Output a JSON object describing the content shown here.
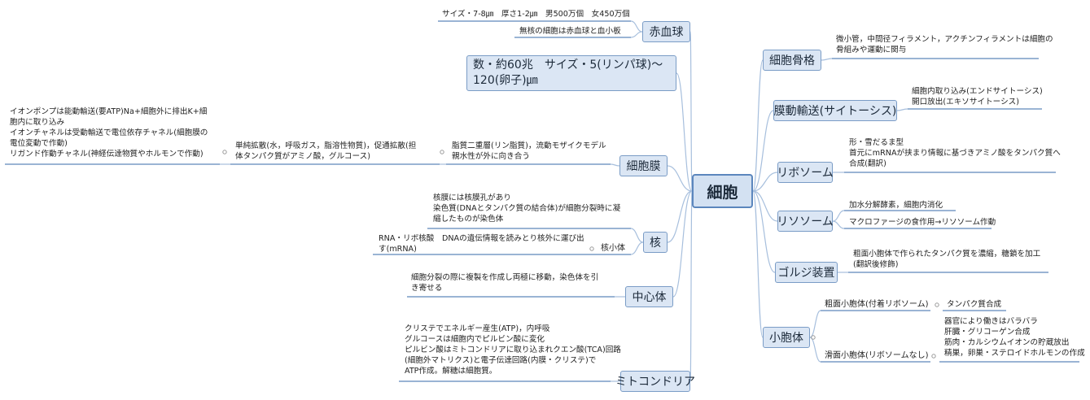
{
  "colors": {
    "line": "#a7bfdd",
    "node_fill": "#dbe6f4",
    "node_border": "#7a9cc6",
    "underline": "#5d86bb"
  },
  "center": "細胞",
  "branches": {
    "sekkekkyu": {
      "title": "赤血球",
      "leaves": [
        "サイズ・7-8㎛　厚さ1-2㎛　男500万個　女450万個",
        "無核の細胞は赤血球と血小板"
      ]
    },
    "count": {
      "title": "数・約60兆　サイズ・5(リンパ球)〜120(卵子)㎛"
    },
    "saibomaku": {
      "title": "細胞膜",
      "leaf_lipid": [
        "脂質二重層(リン脂質)，流動モザイクモデル",
        "親水性が外に向き合う"
      ],
      "leaf_transport": [
        "単純拡散(水，呼吸ガス，脂溶性物質)，促通拡散(担",
        "体タンパク質がアミノ酸，グルコース)"
      ],
      "leaf_channels": [
        "イオンポンプは能動輸送(要ATP)Na+細胞外に排出K+細",
        "胞内に取り込み",
        "イオンチャネルは受動輸送で電位依存チャネル(細胞膜の",
        "電位変動で作動)",
        "リガンド作動チャネル(神経伝達物質やホルモンで作動)"
      ]
    },
    "kaku": {
      "title": "核",
      "leaf_info": [
        "核膜には核膜孔があり",
        "染色質(DNAとタンパク質の結合体)が細胞分裂時に凝",
        "縮したものが染色体"
      ],
      "sub_title": "核小体",
      "sub_leaf": [
        "RNA・リボ核酸　DNAの遺伝情報を読みとり核外に運び出",
        "す(mRNA)"
      ]
    },
    "chushintai": {
      "title": "中心体",
      "leaf": [
        "細胞分裂の際に複製を作成し両極に移動，染色体を引",
        "き寄せる"
      ]
    },
    "mito": {
      "title": "ミトコンドリア",
      "leaf": [
        "クリステでエネルギー産生(ATP)，内呼吸",
        "グルコースは細胞内でピルビン酸に変化",
        "ピルビン酸はミトコンドリアに取り込まれクエン酸(TCA)回路",
        "(細胞外マトリクス)と電子伝達回路(内膜・クリステ)で",
        "ATP作成。解糖は細胞質。"
      ]
    },
    "kokkaku": {
      "title": "細胞骨格",
      "leaf": [
        "微小管，中間径フィラメント，アクチンフィラメントは細胞の",
        "骨組みや運動に関与"
      ]
    },
    "maku_yuso": {
      "title": "膜動輸送(サイトーシス)",
      "leaf": [
        "細胞内取り込み(エンドサイトーシス)",
        "開口放出(エキソサイトーシス)"
      ]
    },
    "ribosome": {
      "title": "リボソーム",
      "leaf": [
        "形・雪だるま型",
        "首元にmRNAが挟まり情報に基づきアミノ酸をタンパク質へ",
        "合成(翻訳)"
      ]
    },
    "lysosome": {
      "title": "リソソーム",
      "leaf1": [
        "加水分解酵素，細胞内消化"
      ],
      "leaf2": [
        "マクロファージの食作用→リソソーム作動"
      ]
    },
    "golgi": {
      "title": "ゴルジ装置",
      "leaf": [
        "粗面小胞体で作られたタンパク質を濃縮，糖鎖を加工",
        "(翻訳後修飾)"
      ]
    },
    "shohotai": {
      "title": "小胞体",
      "rough_title": "粗面小胞体(付着リボソーム)",
      "rough_leaf": [
        "タンパク質合成"
      ],
      "smooth_title": "滑面小胞体(リボソームなし)",
      "smooth_leaf": [
        "器官により働きはバラバラ",
        "肝臓・グリコーゲン合成",
        "筋肉・カルシウムイオンの貯蔵放出",
        "精巣，卵巣・ステロイドホルモンの作成"
      ]
    }
  }
}
